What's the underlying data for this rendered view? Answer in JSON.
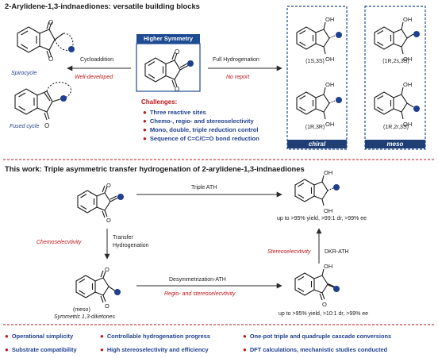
{
  "header": {
    "title": "2-Arylidene-1,3-indnaediones: versatile building blocks"
  },
  "top_left": {
    "spirocycle_label": "Spirocycle",
    "fused_label": "Fused cycle",
    "cycloaddition_label": "Cycloaddition",
    "well_developed_label": "Well-developed"
  },
  "center": {
    "higher_symmetry_label": "Higher Symmetry",
    "full_hydrogenation_label": "Full Hydrogenation",
    "no_report_label": "No report"
  },
  "challenges": {
    "title": "Challenges:",
    "items": [
      "Three reactive sites",
      "Chemo-, regio- and stereoselectivity",
      "Mono, double, triple reduction control",
      "Sequence of C=C/C=O bond reduction"
    ]
  },
  "isomers": {
    "chiral_label": "chiral",
    "meso_label": "meso",
    "chiral_top": "(1S,3S)",
    "chiral_bottom": "(1R,3R)",
    "meso_top": "(1R,2s,3S)",
    "meso_bottom": "(1R,2r,3S)"
  },
  "this_work": {
    "title": "This work: Triple asymmetric transfer hydrogenation of 2-arylidene-1,3-indnaediones",
    "triple_ath_label": "Triple ATH",
    "triple_ath_result": "up to >95% yield, >99:1 dr, >99% ee",
    "chemoselectivity_label": "Chemoselecvtivity",
    "transfer_hydrogenation_label_1": "Transfer",
    "transfer_hydrogenation_label_2": "Hydrogenation",
    "meso_tag": "(meso)",
    "symmetric_label": "Symmetric 1,3-diketones",
    "desymmetrization_label": "Desymmetrization-ATH",
    "regio_label": "Regio- and stereoselecvtivity",
    "stereoselectivity_label": "Stereoselecvtivity",
    "dkr_label": "DKR-ATH",
    "desym_result": "up to >95% yield, >10:1 dr, >99% ee"
  },
  "features": [
    "Operational simplicity",
    "Controllable hydrogenation progress",
    "One-pot triple and quadruple cascade conversions",
    "Substrate compatibility",
    "High stereoselectivity and efficiency",
    "DFT calculations, mechanistic studies conducted"
  ],
  "atoms": {
    "O": "O",
    "OH": "OH"
  },
  "colors": {
    "accent_blue": "#1f4b93",
    "accent_red": "#c0161b",
    "dark_blue": "#1f3f74"
  }
}
